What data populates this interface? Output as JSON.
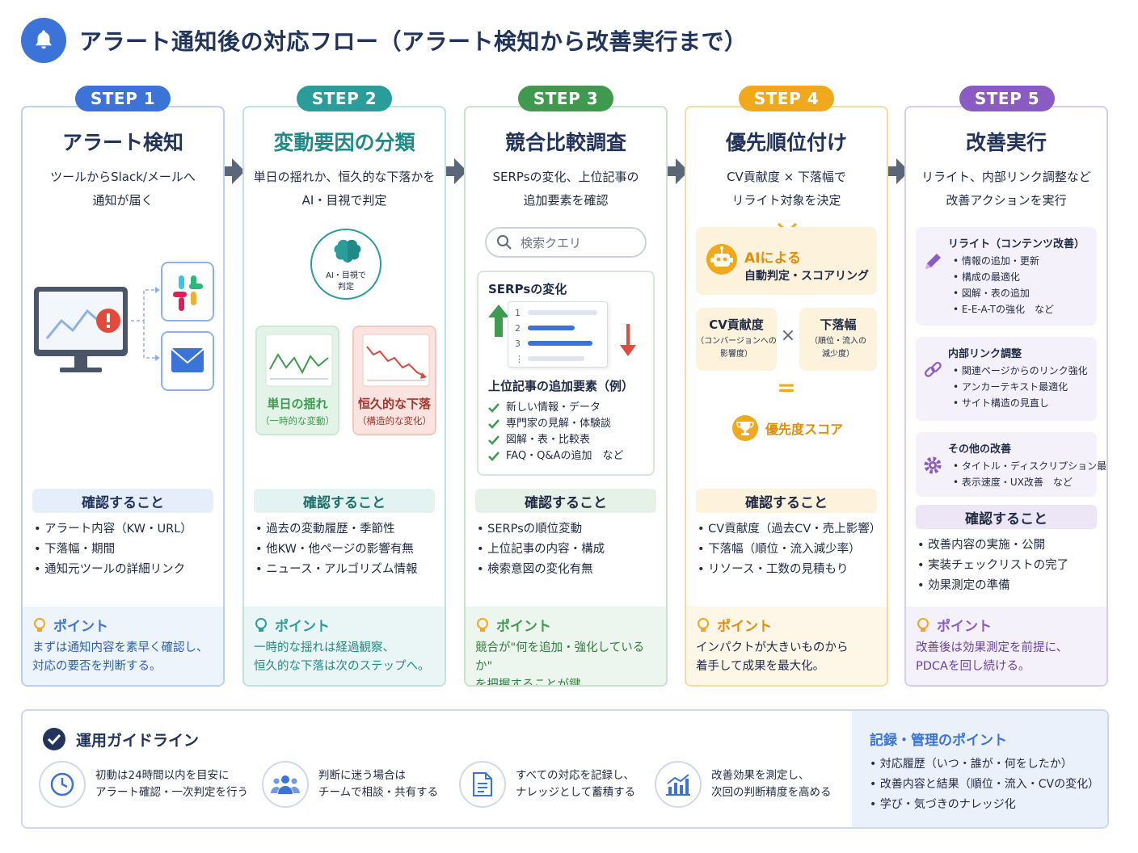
{
  "header": {
    "title": "アラート通知後の対応フロー（アラート検知から改善実行まで）"
  },
  "colors": {
    "step1": "#3b73d9",
    "step2": "#2a9d9a",
    "step3": "#3f9a4f",
    "step4": "#f0a81c",
    "step5": "#8a5cc2",
    "dark": "#22345c"
  },
  "steps": [
    {
      "badge": "STEP 1",
      "title": "アラート検知",
      "desc": "ツールからSlack/メールへ\n通知が届く",
      "check_label": "確認すること",
      "checks": [
        "アラート内容（KW・URL）",
        "下落幅・期間",
        "通知元ツールの詳細リンク"
      ],
      "point_label": "ポイント",
      "point_text": "まずは通知内容を素早く確認し、\n対応の要否を判断する。"
    },
    {
      "badge": "STEP 2",
      "title": "変動要因の分類",
      "desc": "単日の揺れか、恒久的な下落かを\nAI・目視で判定",
      "ai_label": "AI・目視で\n判定",
      "temp_title": "単日の揺れ",
      "temp_sub": "（一時的な変動）",
      "perm_title": "恒久的な下落",
      "perm_sub": "（構造的な変化）",
      "check_label": "確認すること",
      "checks": [
        "過去の変動履歴・季節性",
        "他KW・他ページの影響有無",
        "ニュース・アルゴリズム情報"
      ],
      "point_label": "ポイント",
      "point_text": "一時的な揺れは経過観察、\n恒久的な下落は次のステップへ。"
    },
    {
      "badge": "STEP 3",
      "title": "競合比較調査",
      "desc": "SERPsの変化、上位記事の\n追加要素を確認",
      "search_placeholder": "検索クエリ",
      "serp_title": "SERPsの変化",
      "rank_labels": [
        "1",
        "2",
        "3",
        "⋮"
      ],
      "top_title": "上位記事の追加要素（例）",
      "top_items": [
        "新しい情報・データ",
        "専門家の見解・体験談",
        "図解・表・比較表",
        "FAQ・Q&Aの追加　など"
      ],
      "check_label": "確認すること",
      "checks": [
        "SERPsの順位変動",
        "上位記事の内容・構成",
        "検索意図の変化有無"
      ],
      "point_label": "ポイント",
      "point_text": "競合が\"何を追加・強化しているか\"\nを把握することが鍵。"
    },
    {
      "badge": "STEP 4",
      "title": "優先順位付け",
      "desc": "CV貢献度 × 下落幅で\nリライト対象を決定",
      "ai_line1": "AIによる",
      "ai_line2": "自動判定・スコアリング",
      "cv_title": "CV貢献度",
      "cv_sub": "（コンバージョンへの\n影響度）",
      "times": "×",
      "drop_title": "下落幅",
      "drop_sub": "（順位・流入の\n減少度）",
      "equals": "=",
      "score_label": "優先度スコア",
      "check_label": "確認すること",
      "checks": [
        "CV貢献度（過去CV・売上影響）",
        "下落幅（順位・流入減少率）",
        "リソース・工数の見積もり"
      ],
      "point_label": "ポイント",
      "point_text": "インパクトが大きいものから\n着手して成果を最大化。"
    },
    {
      "badge": "STEP 5",
      "title": "改善実行",
      "desc": "リライト、内部リンク調整など\n改善アクションを実行",
      "groups": [
        {
          "title": "リライト（コンテンツ改善）",
          "items": [
            "情報の追加・更新",
            "構成の最適化",
            "図解・表の追加",
            "E-E-A-Tの強化　など"
          ]
        },
        {
          "title": "内部リンク調整",
          "items": [
            "関連ページからのリンク強化",
            "アンカーテキスト最適化",
            "サイト構造の見直し"
          ]
        },
        {
          "title": "その他の改善",
          "items": [
            "タイトル・ディスクリプション最適化",
            "表示速度・UX改善　など"
          ]
        }
      ],
      "check_label": "確認すること",
      "checks": [
        "改善内容の実施・公開",
        "実装チェックリストの完了",
        "効果測定の準備"
      ],
      "point_label": "ポイント",
      "point_text": "改善後は効果測定を前提に、\nPDCAを回し続ける。"
    }
  ],
  "guideline": {
    "title": "運用ガイドライン",
    "items": [
      {
        "icon": "clock-icon",
        "text": "初動は24時間以内を目安に\nアラート確認・一次判定を行う"
      },
      {
        "icon": "team-icon",
        "text": "判断に迷う場合は\nチームで相談・共有する"
      },
      {
        "icon": "document-icon",
        "text": "すべての対応を記録し、\nナレッジとして蓄積する"
      },
      {
        "icon": "chart-icon",
        "text": "改善効果を測定し、\n次回の判断精度を高める"
      }
    ]
  },
  "record": {
    "title": "記録・管理のポイント",
    "items": [
      "対応履歴（いつ・誰が・何をしたか）",
      "改善内容と結果（順位・流入・CVの変化）",
      "学び・気づきのナレッジ化"
    ]
  }
}
